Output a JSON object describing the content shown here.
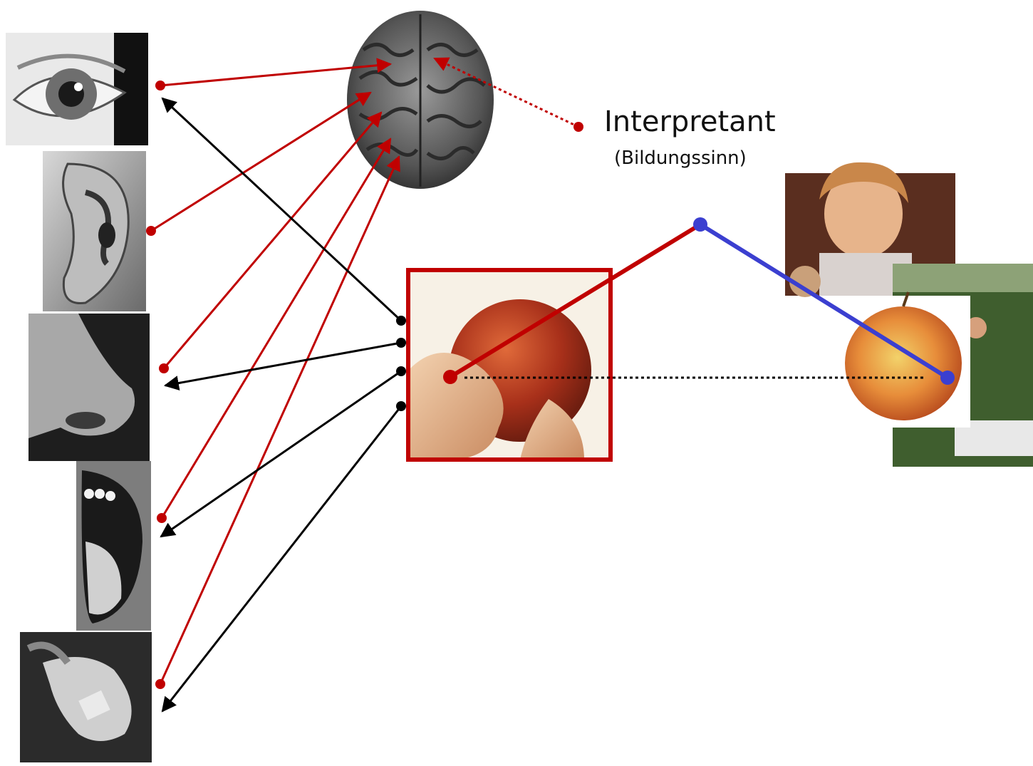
{
  "interpretant": {
    "title": "Interpretant",
    "subtitle": "(Bildungssinn)"
  },
  "senses": [
    "eye",
    "ear",
    "nose",
    "mouth",
    "hand"
  ],
  "colors": {
    "red": "#c00000",
    "black": "#000000",
    "blue": "#3b3fd0",
    "frame": "#c00000"
  }
}
